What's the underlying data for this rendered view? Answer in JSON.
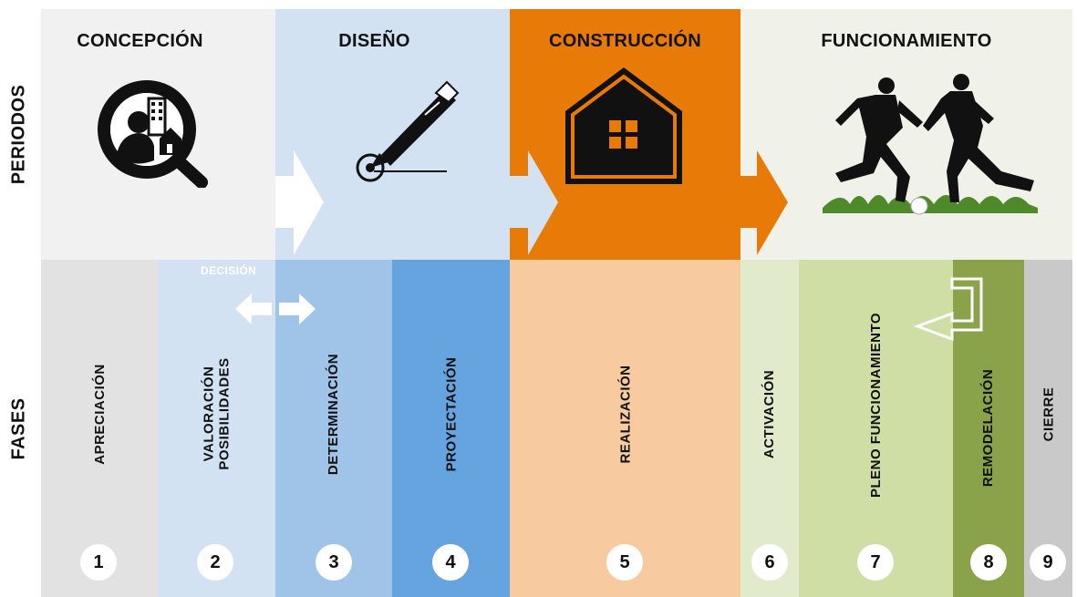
{
  "rows": {
    "periods_label": "PERIODOS",
    "phases_label": "FASES"
  },
  "periods": [
    {
      "title": "CONCEPCIÓN",
      "color": "#f1f1f1",
      "icon": "search-person-icon"
    },
    {
      "title": "DISEÑO",
      "color": "#d3e2f2",
      "icon": "pen-icon"
    },
    {
      "title": "CONSTRUCCIÓN",
      "color": "#e87b07",
      "icon": "house-icon"
    },
    {
      "title": "FUNCIONAMIENTO",
      "color": "#f0f2e9",
      "icon": "soccer-players-icon"
    }
  ],
  "decision_label": "DECISIÓN",
  "phases": [
    {
      "label": "APRECIACIÓN",
      "number": "1",
      "color": "#e2e2e2"
    },
    {
      "label": "VALORACIÓN\nPOSIBILIDADES",
      "number": "2",
      "color": "#d3e2f2"
    },
    {
      "label": "DETERMINACIÓN",
      "number": "3",
      "color": "#a0c3e8"
    },
    {
      "label": "PROYECTACIÓN",
      "number": "4",
      "color": "#65a4de"
    },
    {
      "label": "REALIZACIÓN",
      "number": "5",
      "color": "#f8caa0"
    },
    {
      "label": "ACTIVACIÓN",
      "number": "6",
      "color": "#e1ebcc"
    },
    {
      "label": "PLENO FUNCIONAMIENTO",
      "number": "7",
      "color": "#cedea5"
    },
    {
      "label": "REMODELACIÓN",
      "number": "8",
      "color": "#8aa24a"
    },
    {
      "label": "CIERRE",
      "number": "9",
      "color": "#c9c9c9"
    }
  ]
}
